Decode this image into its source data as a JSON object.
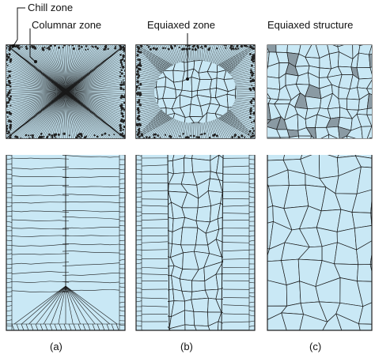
{
  "labels": {
    "chill_zone": "Chill zone",
    "columnar_zone": "Columnar zone",
    "equiaxed_zone": "Equiaxed zone",
    "equiaxed_structure": "Equiaxed structure"
  },
  "captions": [
    "(a)",
    "(b)",
    "(c)"
  ],
  "colors": {
    "grain_fill": "#c9e8f5",
    "grain_line": "#1a1a1a",
    "dark_grain": "#8a9aa3",
    "border": "#222222",
    "background": "#ffffff"
  }
}
